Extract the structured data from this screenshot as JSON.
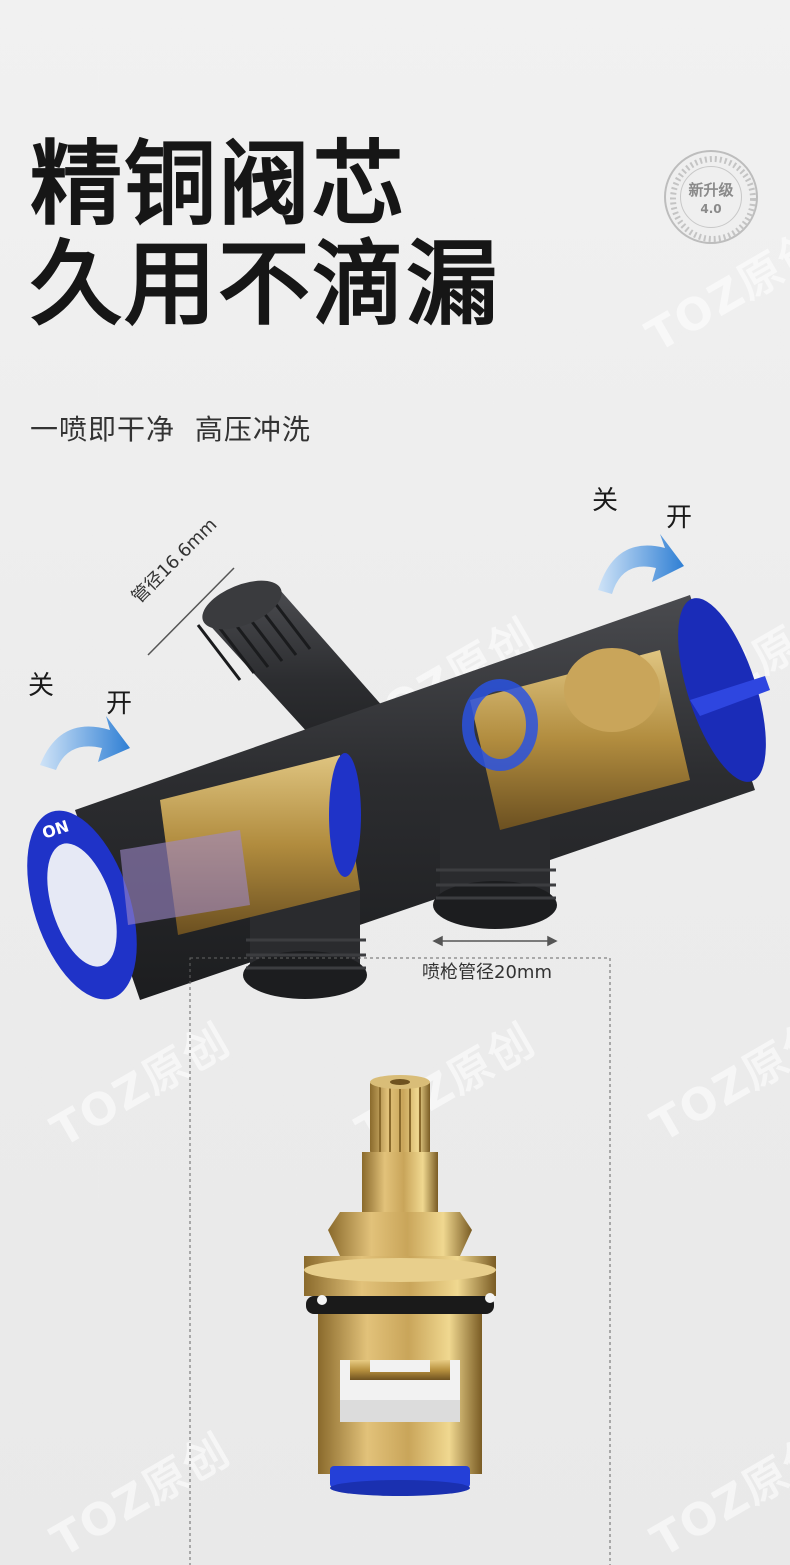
{
  "headline": {
    "line1": "精铜阀芯",
    "line2": "久用不滴漏"
  },
  "subline": {
    "part1": "一喷即干净",
    "part2": "高压冲洗"
  },
  "seal": {
    "line1": "新升级",
    "line2": "4.0"
  },
  "labels": {
    "left_close": "关",
    "left_open": "开",
    "right_close": "关",
    "right_open": "开",
    "pipe_diameter": "管径16.6mm",
    "spray_gun_diameter": "喷枪管径20mm",
    "on_badge": "ON"
  },
  "watermark": {
    "text": "TOZ原创"
  },
  "colors": {
    "body_dark": "#2f3033",
    "brass": "#c9a55a",
    "seal_blue": "#1f33c8",
    "arrow_blue": "#3b87d6"
  }
}
